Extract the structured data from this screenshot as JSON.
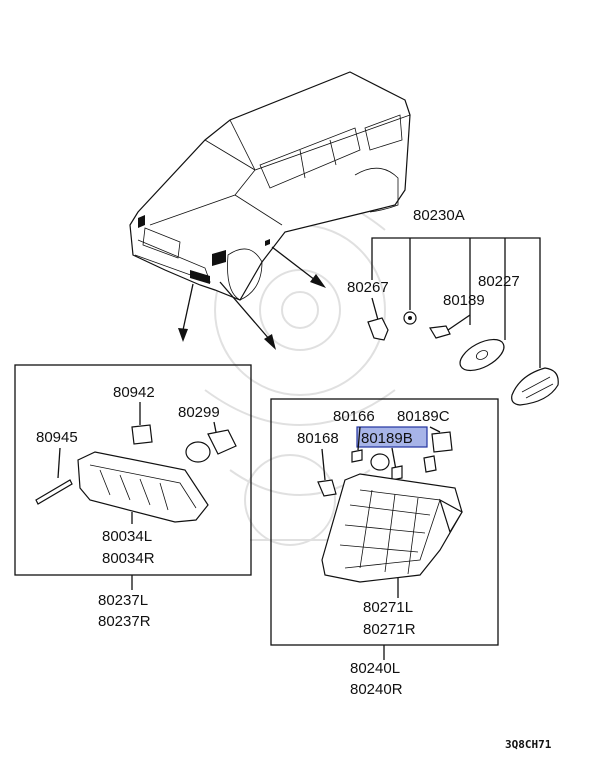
{
  "labels": {
    "p80230A": "80230A",
    "p80267": "80267",
    "p80227": "80227",
    "p80189": "80189",
    "p80942": "80942",
    "p80299": "80299",
    "p80945": "80945",
    "p80034L": "80034L",
    "p80034R": "80034R",
    "p80237L": "80237L",
    "p80237R": "80237R",
    "p80166": "80166",
    "p80189C": "80189C",
    "p80168": "80168",
    "p80189B": "80189B",
    "p80271L": "80271L",
    "p80271R": "80271R",
    "p80240L": "80240L",
    "p80240R": "80240R"
  },
  "highlighted_part": "80189B",
  "highlight_color": "#a7b4e8",
  "diagram_code": "3Q8CH71"
}
